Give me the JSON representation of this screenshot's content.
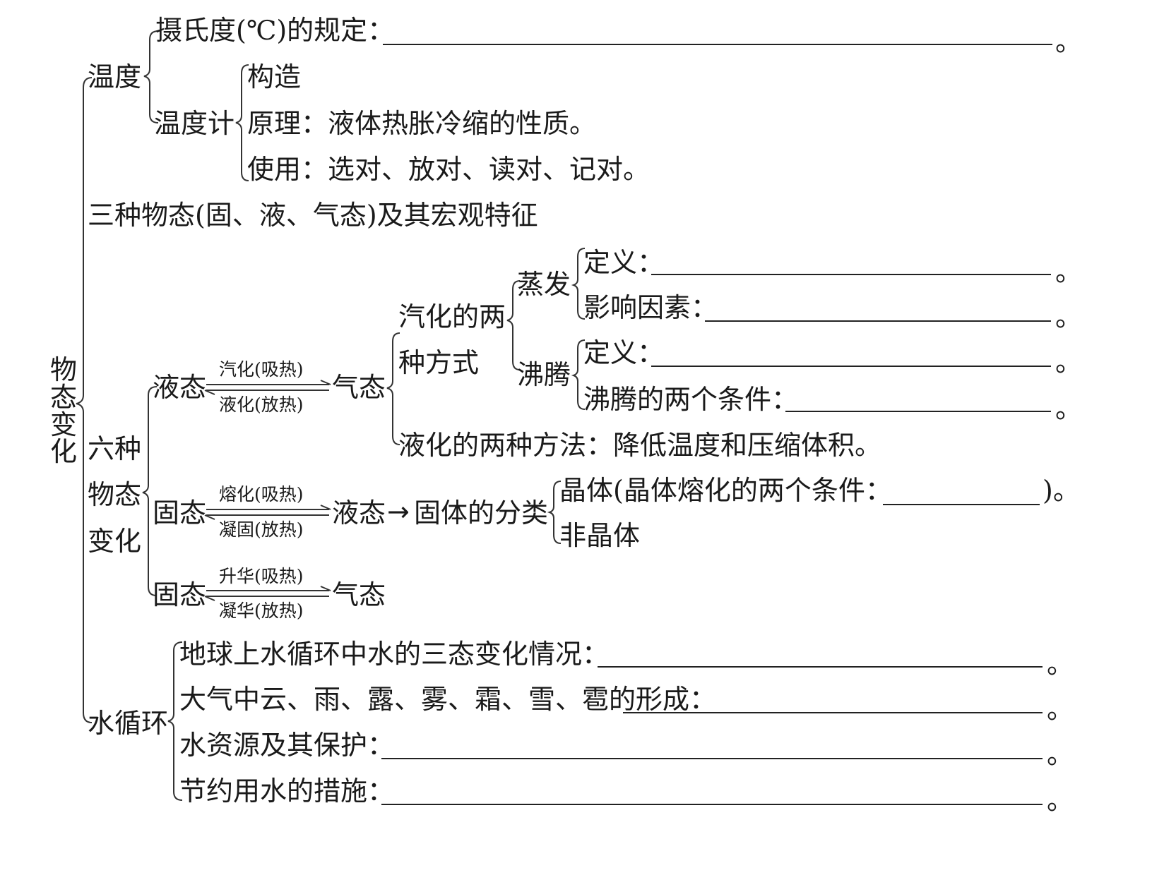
{
  "root": "物态变化",
  "temperature": {
    "label": "温度",
    "celsius": "摄氏度(℃)的规定：",
    "thermometer": {
      "label": "温度计",
      "structure": "构造",
      "principle": "原理：液体热胀冷缩的性质。",
      "usage": "使用：选对、放对、读对、记对。"
    }
  },
  "three_states": "三种物态(固、液、气态)及其宏观特征",
  "six_changes": {
    "label": [
      "六种",
      "物态",
      "变化"
    ],
    "liquid_gas": {
      "left": "液态",
      "right": "气态",
      "forward": "汽化(吸热)",
      "backward": "液化(放热)",
      "vaporization_ways": "汽化的两种方式",
      "evaporation": {
        "label": "蒸发",
        "definition": "定义：",
        "factors": "影响因素："
      },
      "boiling": {
        "label": "沸腾",
        "definition": "定义：",
        "conditions": "沸腾的两个条件："
      },
      "liquefaction": "液化的两种方法：降低温度和压缩体积。"
    },
    "solid_liquid": {
      "left": "固态",
      "right": "液态",
      "forward": "熔化(吸热)",
      "backward": "凝固(放热)",
      "arrow": "→",
      "classification": "固体的分类",
      "crystal_prefix": "晶体(晶体熔化的两个条件：",
      "crystal_suffix": ")。",
      "amorphous": "非晶体"
    },
    "solid_gas": {
      "left": "固态",
      "right": "气态",
      "forward": "升华(吸热)",
      "backward": "凝华(放热)"
    }
  },
  "water_cycle": {
    "label": "水循环",
    "items": [
      "地球上水循环中水的三态变化情况：",
      "大气中云、雨、露、雾、霜、雪、雹的形成：",
      "水资源及其保护：",
      "节约用水的措施："
    ]
  },
  "period": "。"
}
